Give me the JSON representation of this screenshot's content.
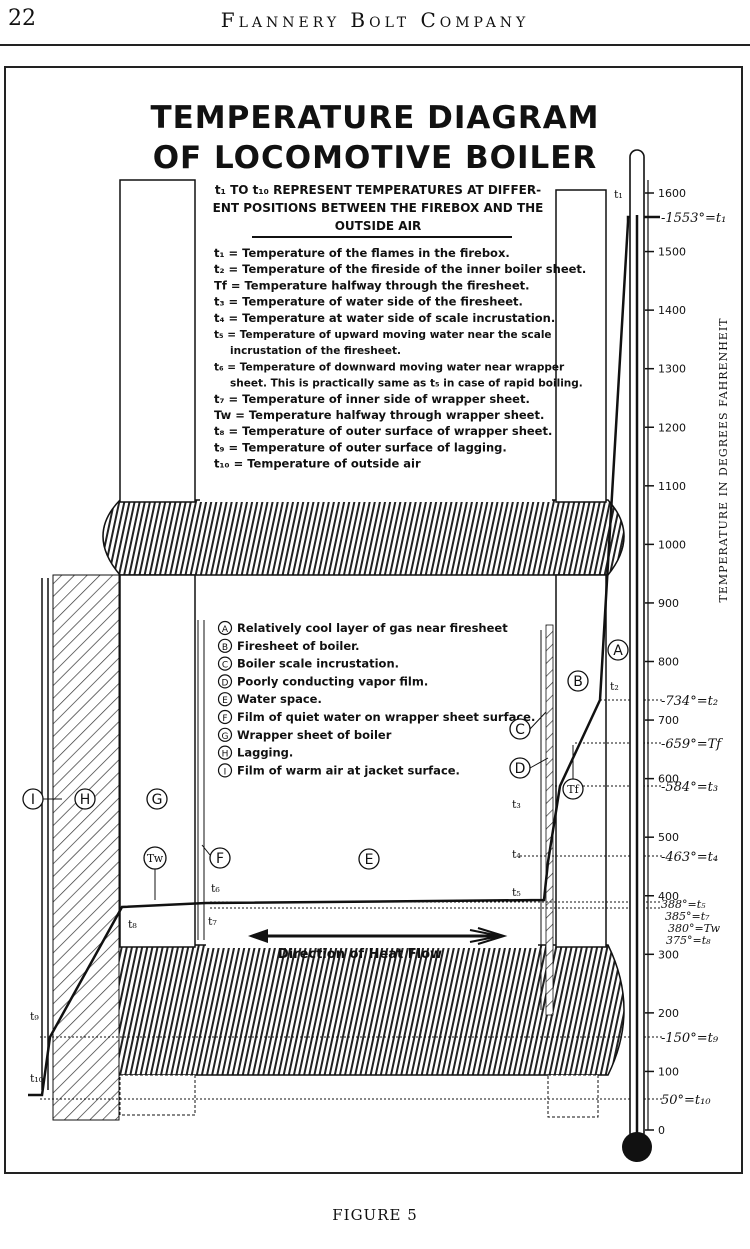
{
  "header": {
    "page_number": "22",
    "running_title": "Flannery Bolt Company"
  },
  "title": {
    "line1": "TEMPERATURE DIAGRAM",
    "line2": "OF LOCOMOTIVE BOILER"
  },
  "intro": {
    "line1": "t₁ TO t₁₀ REPRESENT TEMPERATURES AT DIFFER-",
    "line2": "ENT POSITIONS BETWEEN THE FIREBOX AND THE",
    "line3": "OUTSIDE AIR"
  },
  "temperature_legend": [
    "t₁ = Temperature of the flames in the firebox.",
    "t₂ = Temperature of the fireside of the inner boiler sheet.",
    "Tf = Temperature halfway through the firesheet.",
    "t₃ = Temperature of water side of the firesheet.",
    "t₄ = Temperature at water side of scale incrustation.",
    "t₅ = Temperature of upward moving water near the scale",
    "incrustation of the firesheet.",
    "t₆ = Temperature of downward moving water near wrapper",
    "sheet. This is practically same as t₅ in case of rapid boiling.",
    "t₇ = Temperature of inner side of wrapper sheet.",
    "Tw = Temperature halfway through wrapper sheet.",
    "t₈ = Temperature of outer surface of wrapper sheet.",
    "t₉ = Temperature of outer surface of lagging.",
    "t₁₀ = Temperature of outside air"
  ],
  "layer_legend": [
    {
      "letter": "A",
      "text": "Relatively cool layer of gas near firesheet"
    },
    {
      "letter": "B",
      "text": "Firesheet of boiler."
    },
    {
      "letter": "C",
      "text": "Boiler scale incrustation."
    },
    {
      "letter": "D",
      "text": "Poorly conducting vapor film."
    },
    {
      "letter": "E",
      "text": "Water space."
    },
    {
      "letter": "F",
      "text": "Film of quiet water on wrapper sheet surface."
    },
    {
      "letter": "G",
      "text": "Wrapper sheet of boiler"
    },
    {
      "letter": "H",
      "text": "Lagging."
    },
    {
      "letter": "I",
      "text": "Film of warm air at jacket surface."
    }
  ],
  "heat_flow_label": "Direction of Heat Flow",
  "axis": {
    "label": "TEMPERATURE IN DEGREES FAHRENHEIT",
    "ticks": [
      "0",
      "100",
      "200",
      "300",
      "400",
      "500",
      "600",
      "700",
      "800",
      "900",
      "1000",
      "1100",
      "1200",
      "1300",
      "1400",
      "1500",
      "1600"
    ]
  },
  "readings": {
    "t1": "-1553°=t₁",
    "t2": "-734°=t₂",
    "tf": "-659°=Tf",
    "t3": "-584°=t₃",
    "t4": "-463°=t₄",
    "t5": "388°=t₅",
    "t7": "385°=t₇",
    "tw": "380°=Tw",
    "t8": "375°=t₈",
    "t9": "-150°=t₉",
    "t10": "50°=t₁₀"
  },
  "point_labels": {
    "t1": "t₁",
    "t2": "t₂",
    "t3": "t₃",
    "t4": "t₄",
    "t5": "t₅",
    "t6": "t₆",
    "t7": "t₇",
    "t8": "t₈",
    "t9": "t₉",
    "t10": "t₁₀",
    "tf": "Tf",
    "tw": "Tw"
  },
  "region_labels": {
    "A": "A",
    "B": "B",
    "C": "C",
    "D": "D",
    "E": "E",
    "F": "F",
    "G": "G",
    "H": "H",
    "I": "I"
  },
  "caption": "FIGURE 5"
}
